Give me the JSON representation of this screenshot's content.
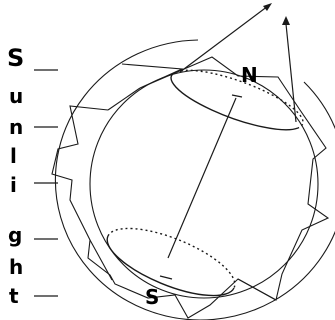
{
  "diagram": {
    "side_letters": [
      "S",
      "u",
      "n",
      "l",
      "i",
      "g",
      "h",
      "t"
    ],
    "pole_north": "N",
    "pole_south": "S",
    "stroke_color": "#1a1a1a",
    "text_color": "#000000"
  }
}
